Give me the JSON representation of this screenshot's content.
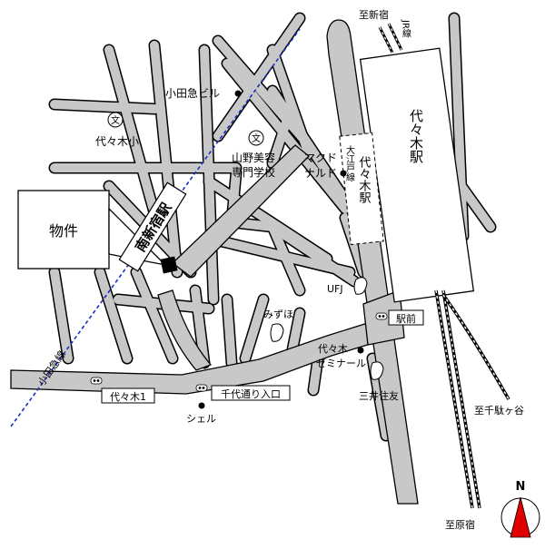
{
  "map": {
    "labels": {
      "property": "物件",
      "minami_shinjuku_station": "南新宿駅",
      "odakyu_building": "小田急ビル",
      "yoyogi_elementary": "代々木小",
      "yamano_school_line1": "山野美容",
      "yamano_school_line2": "専門学校",
      "mcdonalds_line1": "マクド",
      "mcdonalds_line2": "ナルド",
      "oedo_yoyogi_station": "代々木駅",
      "oedo_line": "大江戸線",
      "jr_line": "JR線",
      "to_shinjuku": "至新宿",
      "yoyogi_station_jr": "代々木駅",
      "ufj": "UFJ",
      "mizuho": "みずほ",
      "ekimae": "駅前",
      "yoyogi_seminar_line1": "代々木",
      "yoyogi_seminar_line2": "ゼミナール",
      "mitsui_sumitomo": "三井住友",
      "yoyogi_1": "代々木1",
      "sendagaya_entrance": "千代通り入口",
      "shell": "シェル",
      "odakyu_line": "小田急線",
      "to_sendagaya": "至千駄ヶ谷",
      "to_harajuku": "至原宿",
      "north": "N"
    },
    "colors": {
      "road_fill": "#c8c8c8",
      "road_edge": "#000000",
      "odakyu_line": "#1a2fbf",
      "north_arrow": "#e00000"
    }
  }
}
